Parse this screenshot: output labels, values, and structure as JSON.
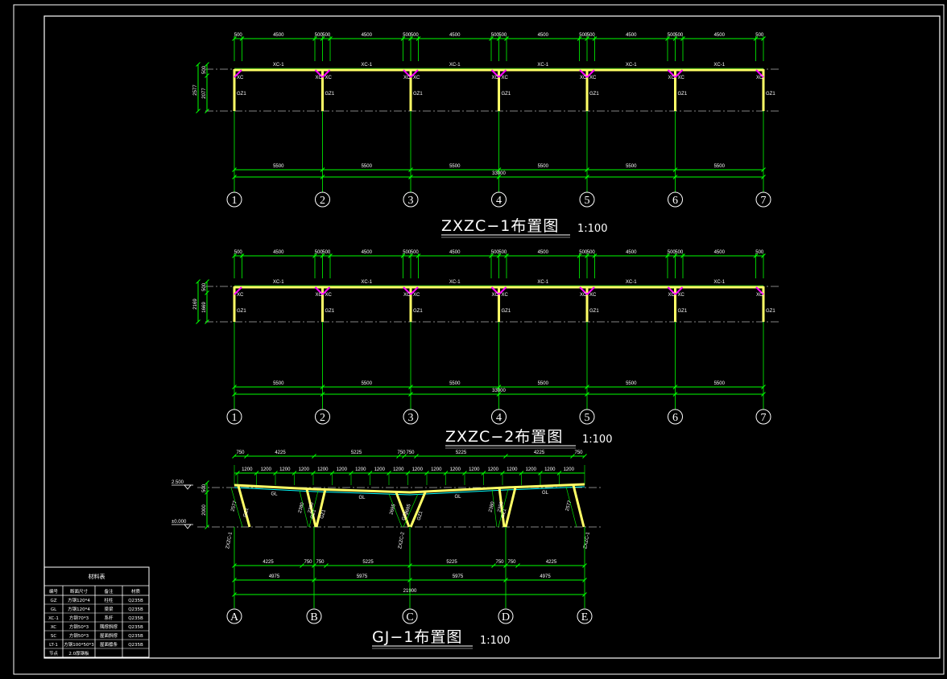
{
  "drawing1": {
    "title": "ZXZC−1布置图",
    "scale": "1:100",
    "top_dims": [
      "500",
      "4500",
      "500",
      "500",
      "4500",
      "500",
      "500",
      "4500",
      "500",
      "500",
      "4500",
      "500",
      "500",
      "4500",
      "500",
      "500",
      "4500",
      "500"
    ],
    "bay_dims": [
      "5500",
      "5500",
      "5500",
      "5500",
      "5500",
      "5500"
    ],
    "total_dim": "33000",
    "left_dims": [
      "2577",
      "2077",
      "500"
    ],
    "brace_label": "XC-1",
    "knee_label": "XC",
    "column_label": "GZ1",
    "axes": [
      "1",
      "2",
      "3",
      "4",
      "5",
      "6",
      "7"
    ]
  },
  "drawing2": {
    "title": "ZXZC−2布置图",
    "scale": "1:100",
    "top_dims": [
      "500",
      "4500",
      "500",
      "500",
      "4500",
      "500",
      "500",
      "4500",
      "500",
      "500",
      "4500",
      "500",
      "500",
      "4500",
      "500",
      "500",
      "4500",
      "500"
    ],
    "bay_dims": [
      "5500",
      "5500",
      "5500",
      "5500",
      "5500",
      "5500"
    ],
    "total_dim": "33000",
    "left_dims": [
      "2169",
      "1669",
      "500"
    ],
    "brace_label": "XC-1",
    "knee_label": "XC",
    "column_label": "GZ1",
    "axes": [
      "1",
      "2",
      "3",
      "4",
      "5",
      "6",
      "7"
    ]
  },
  "drawing3": {
    "title": "GJ−1布置图",
    "scale": "1:100",
    "top_dims": [
      "750",
      "4225",
      "5225",
      "750",
      "750",
      "5225",
      "4225",
      "750"
    ],
    "sub_dims": [
      "1200",
      "1200",
      "1200",
      "1200",
      "1200",
      "1200",
      "1200",
      "1200",
      "1200",
      "1200",
      "1200",
      "1200",
      "1200",
      "1200",
      "1200",
      "1200",
      "1200",
      "1200"
    ],
    "bottom_dims_1": [
      "4225",
      "750",
      "750",
      "5225",
      "5225",
      "750",
      "750",
      "4225"
    ],
    "bottom_dims_2": [
      "4975",
      "5975",
      "5975",
      "4975"
    ],
    "total_dim": "21900",
    "left_dims": [
      "500",
      "2000"
    ],
    "levels": [
      "2.500",
      "±0.000"
    ],
    "member_labels": [
      "GL",
      "GL",
      "GL",
      "GL",
      "GZ1",
      "GZ1",
      "GZ1",
      "GZ1",
      "GZ1",
      "GZ1"
    ],
    "member_dims": [
      "2577",
      "2380",
      "2380",
      "2695",
      "2695",
      "2380",
      "2380",
      "2577"
    ],
    "brace_tags": [
      "ZXZC-1",
      "ZXZC-2",
      "ZXZC-1"
    ],
    "axes": [
      "A",
      "B",
      "C",
      "D",
      "E"
    ]
  },
  "table": {
    "title": "材料表",
    "headers": [
      "编号",
      "断面尺寸",
      "备注",
      "材质"
    ],
    "rows": [
      [
        "GZ",
        "方钢120*4",
        "柱柱",
        "Q235B"
      ],
      [
        "GL",
        "方钢120*4",
        "梁梁",
        "Q235B"
      ],
      [
        "XC-1",
        "方钢70*3",
        "系杆",
        "Q235B"
      ],
      [
        "XC",
        "方钢50*3",
        "隅撑斜撑",
        "Q235B"
      ],
      [
        "SC",
        "方钢50*3",
        "屋面斜撑",
        "Q235B"
      ],
      [
        "LT-1",
        "方钢100*50*3",
        "屋面檩条",
        "Q235B"
      ],
      [
        "节点",
        "2.0厚钢板",
        "",
        ""
      ]
    ]
  },
  "colors": {
    "background": "#000000",
    "frame": "#ffffff",
    "dimension": "#00ff00",
    "member": "#ffff66",
    "knee": "#ff00ff",
    "beam_accent": "#00ffff",
    "gridline": "#b0b0b0"
  }
}
